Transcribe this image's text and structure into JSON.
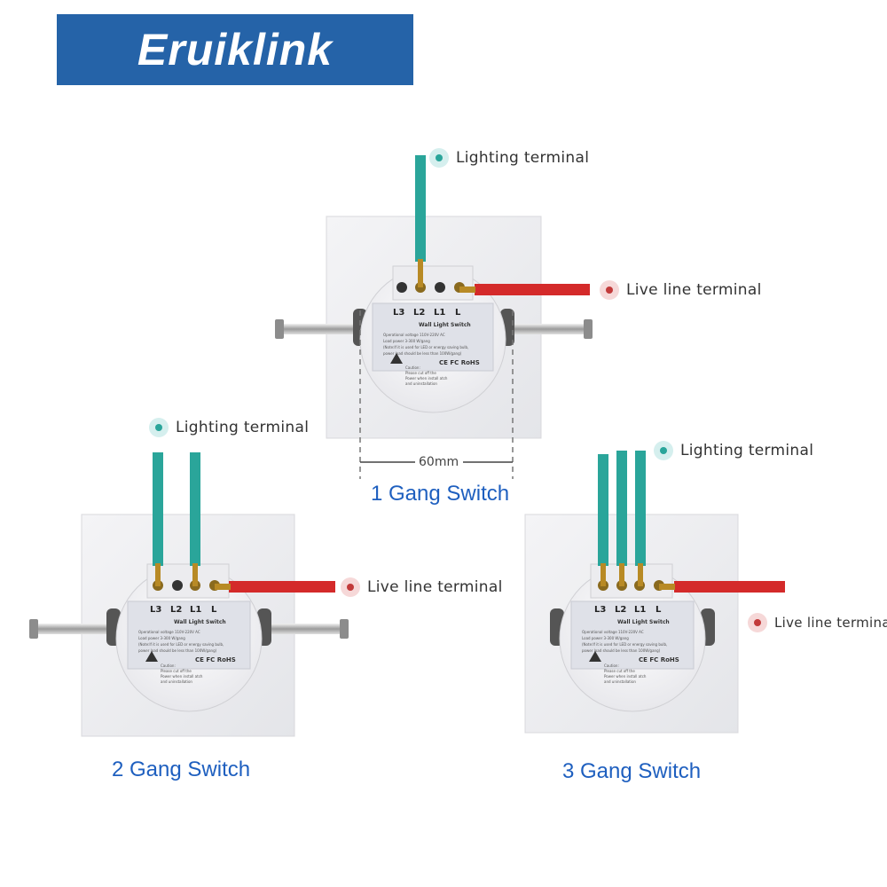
{
  "brand": {
    "name": "Eruiklink",
    "color": "#2563a8"
  },
  "colors": {
    "caption": "#1e5fbf",
    "wire_teal": "#2aa59a",
    "wire_red": "#d42a2a"
  },
  "terminal_labels": [
    "L3",
    "L2",
    "L1",
    "L"
  ],
  "product_label": {
    "title": "Wall Light Switch",
    "line1": "Operational voltage 110V-220V AC",
    "line2": "Load power 3-300 W/gang",
    "line3": "(Note:If it is used for LED or energy saving bulb,",
    "line4": "power load should be less than 100W/gang)",
    "certs": "CE FC RoHS",
    "caution_title": "Caution:",
    "caution_1": "Please cut off the",
    "caution_2": "Power when install atch",
    "caution_3": "and uninstallation"
  },
  "switches": [
    {
      "caption": "1 Gang Switch",
      "lighting_label": "Lighting terminal",
      "live_label": "Live line terminal",
      "dimension": "60mm"
    },
    {
      "caption": "2 Gang Switch",
      "lighting_label": "Lighting terminal",
      "live_label": "Live line terminal"
    },
    {
      "caption": "3 Gang Switch",
      "lighting_label": "Lighting terminal",
      "live_label": "Live line terminal"
    }
  ]
}
